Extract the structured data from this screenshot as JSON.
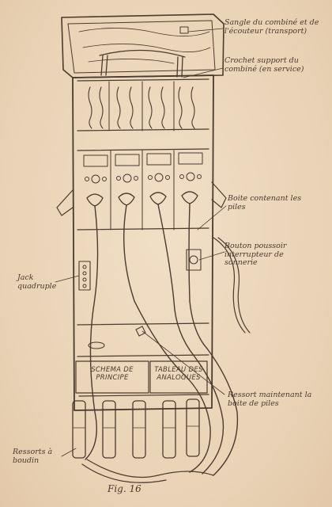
{
  "figure": {
    "caption": "Fig. 16",
    "panels": [
      "SCHEMA DE PRINCIPE",
      "TABLEAU DES ANALOGUES"
    ],
    "annotations": [
      {
        "id": "sangle",
        "text": "Sangle du combiné et de l'écouteur (transport)"
      },
      {
        "id": "crochet",
        "text": "Crochet support du combiné (en service)"
      },
      {
        "id": "boite",
        "text": "Boite contenant les piles"
      },
      {
        "id": "bouton",
        "text": "Bouton poussoir interrupteur de sonnerie"
      },
      {
        "id": "jack",
        "text": "Jack quadruple"
      },
      {
        "id": "ressort-piles",
        "text": "Ressort maintenant la boite de piles"
      },
      {
        "id": "ressorts-boudin",
        "text": "Ressorts à boudin"
      }
    ]
  },
  "colors": {
    "paper": "#ecd7bd",
    "ink": "#4b3a2e"
  }
}
